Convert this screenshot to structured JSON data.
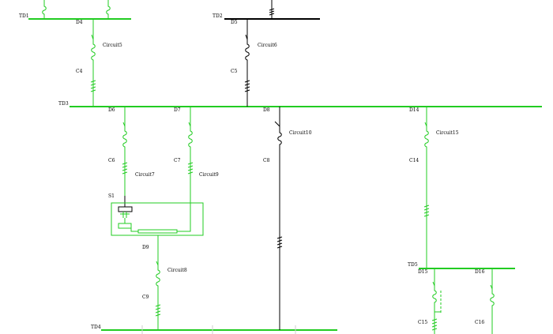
{
  "colors": {
    "live": "#22cc22",
    "dead": "#000000",
    "background": "#ffffff"
  },
  "buses": [
    {
      "id": "bus-td1",
      "label": "TD1",
      "state": "live"
    },
    {
      "id": "bus-td2",
      "label": "TD2",
      "state": "dead"
    },
    {
      "id": "bus-td3",
      "label": "TD3",
      "state": "live"
    },
    {
      "id": "bus-td4",
      "label": "TD4",
      "state": "live"
    },
    {
      "id": "bus-td5",
      "label": "TD5",
      "state": "live"
    }
  ],
  "nodes": [
    "D4",
    "D5",
    "D6",
    "D7",
    "D8",
    "D9",
    "D14",
    "D15",
    "D16"
  ],
  "cables": [
    "C4",
    "C5",
    "C6",
    "C7",
    "C8",
    "C9",
    "C14",
    "C15",
    "C16"
  ],
  "circuits": [
    "Circuit5",
    "Circuit6",
    "Circuit7",
    "Circuit9",
    "Circuit10",
    "Circuit8",
    "Circuit15"
  ],
  "transformer": {
    "label": "S1"
  }
}
